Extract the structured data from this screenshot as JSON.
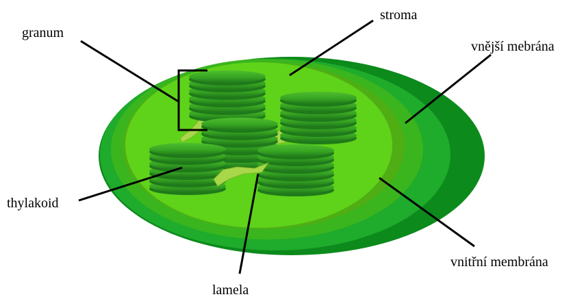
{
  "diagram": {
    "labels": {
      "granum": "granum",
      "stroma": "stroma",
      "outer_membrane": "vnější mebrána",
      "thylakoid": "thylakoid",
      "inner_membrane": "vnitřní membrána",
      "lamella": "lamela"
    },
    "colors": {
      "outer_membrane": "#0c8a1c",
      "outer_membrane_light": "#1fab2b",
      "intermembrane": "#3ab51e",
      "inner_membrane": "#4fae14",
      "stroma": "#5fd21a",
      "thylakoid": "#38a523",
      "thylakoid_dark": "#1f7a1a",
      "lamella": "#a8d84a",
      "leader_lines": "#000000"
    }
  }
}
